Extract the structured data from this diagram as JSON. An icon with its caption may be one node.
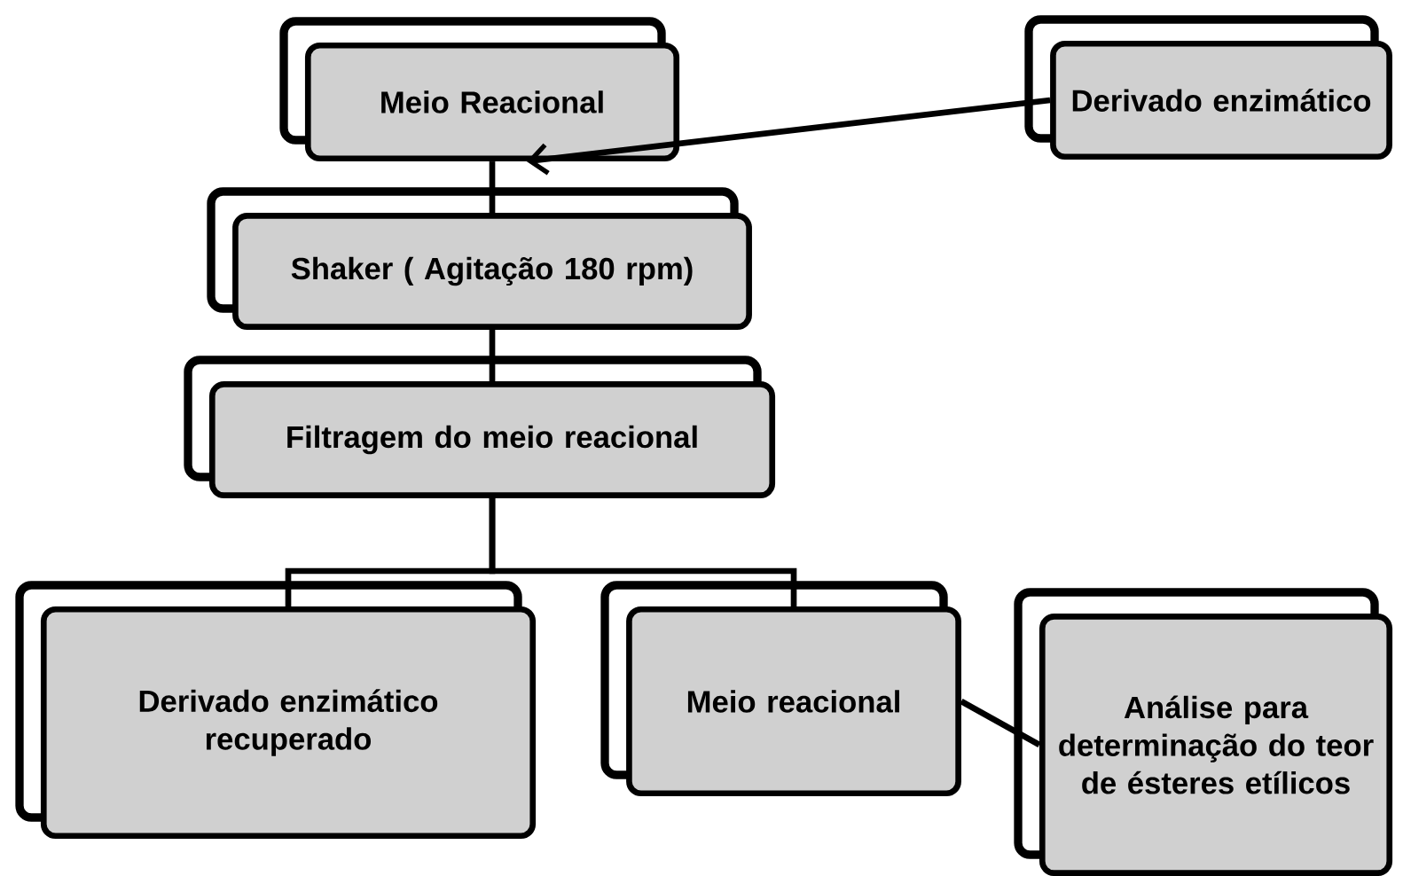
{
  "diagram": {
    "nodes": [
      {
        "text": [
          "Meio Reacional"
        ]
      },
      {
        "text": [
          "Derivado enzimático"
        ]
      },
      {
        "text": [
          "Shaker ( Agitação 180 rpm)"
        ]
      },
      {
        "text": [
          "Filtragem do meio reacional"
        ]
      },
      {
        "text": [
          "Derivado enzimático recuperado"
        ]
      },
      {
        "text": [
          "Meio reacional"
        ]
      },
      {
        "text": [
          "Análise para determinação do teor de ésteres etílicos"
        ]
      }
    ],
    "edges": [
      {
        "from": 1,
        "to": 0,
        "arrow": "to"
      },
      {
        "from": 0,
        "to": 2,
        "arrow": "none"
      },
      {
        "from": 2,
        "to": 3,
        "arrow": "none"
      },
      {
        "from": 3,
        "to": 4,
        "arrow": "none"
      },
      {
        "from": 3,
        "to": 5,
        "arrow": "none"
      },
      {
        "from": 5,
        "to": 6,
        "arrow": "none"
      }
    ]
  }
}
